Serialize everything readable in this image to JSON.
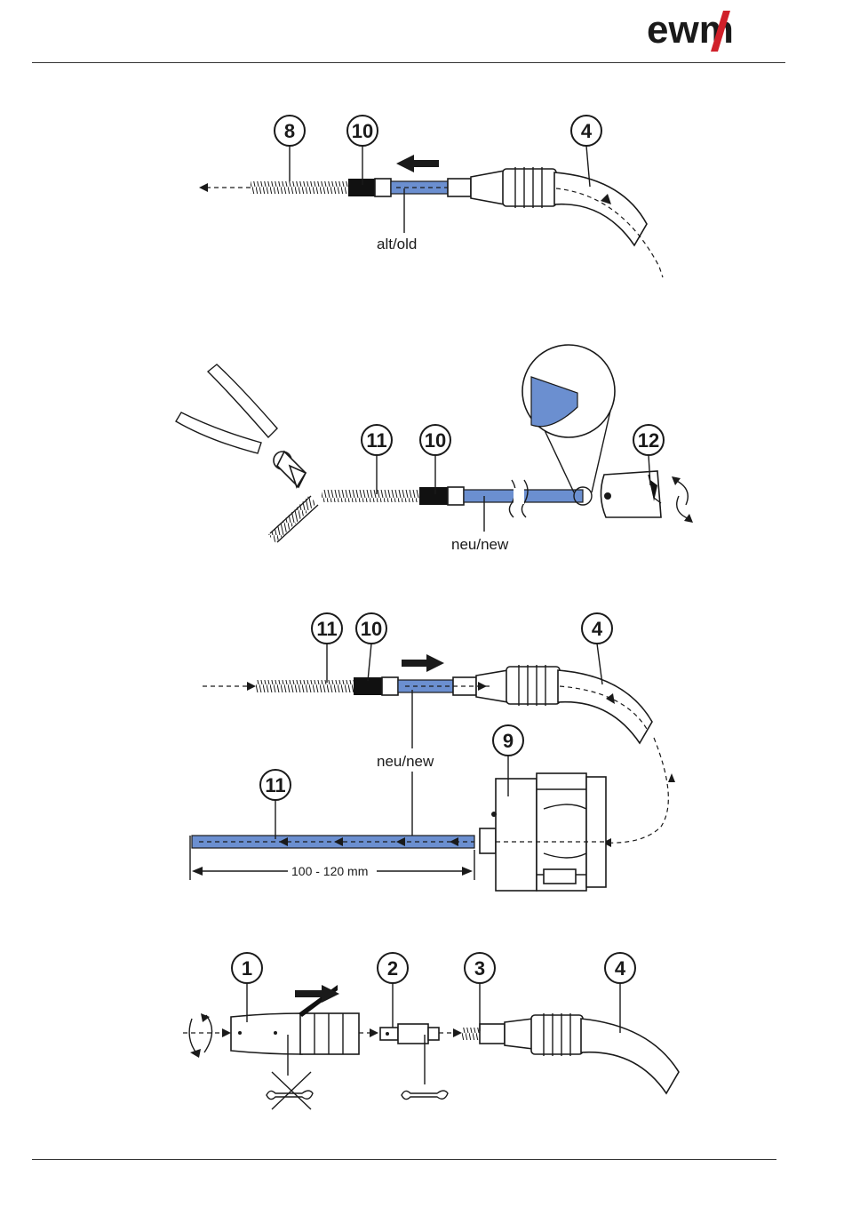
{
  "header": {
    "brand": "ewm"
  },
  "labels": {
    "old": "alt/old",
    "new1": "neu/new",
    "new2": "neu/new",
    "dimension": "100 - 120 mm"
  },
  "callouts": {
    "s1": [
      "8",
      "10",
      "4"
    ],
    "s2": [
      "11",
      "10",
      "12"
    ],
    "s3": [
      "11",
      "10",
      "4",
      "9",
      "11"
    ],
    "s4": [
      "1",
      "2",
      "3",
      "4"
    ]
  },
  "colors": {
    "liner": "#6b8fd0",
    "ink": "#1a1a1a",
    "logo_slash": "#d0202a"
  }
}
